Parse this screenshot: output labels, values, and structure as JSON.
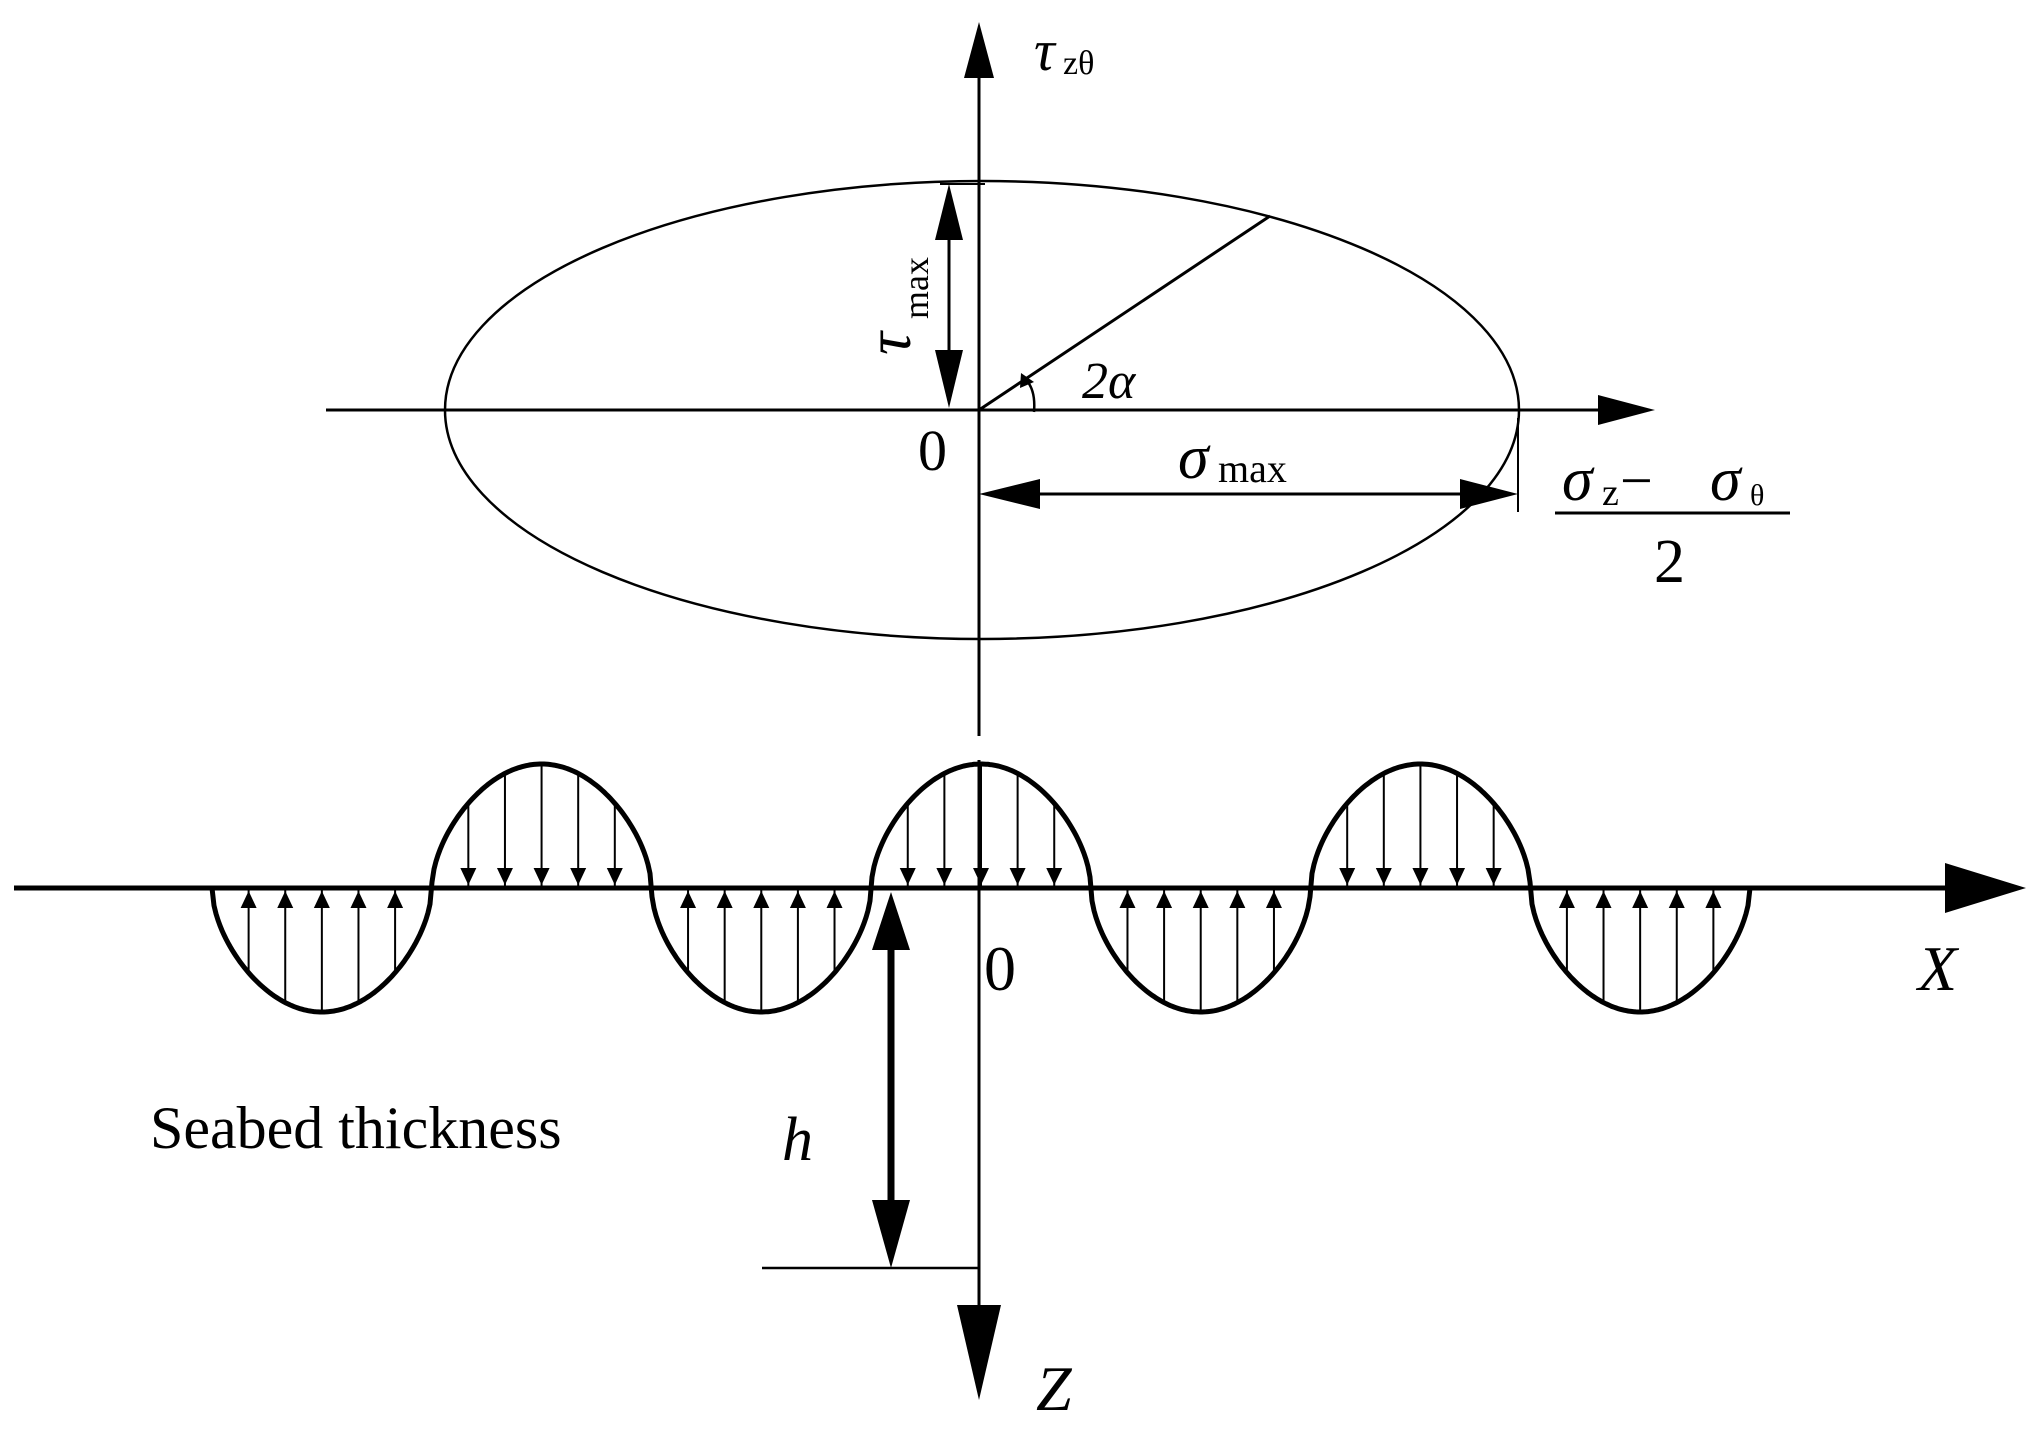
{
  "stress_circle": {
    "vertical_axis_label": "τ",
    "vertical_axis_subscript": "zθ",
    "origin_label": "0",
    "tau_max_symbol": "τ",
    "tau_max_subscript": "max",
    "angle_label": "2α",
    "sigma_max_symbol": "σ",
    "sigma_max_subscript": "max",
    "horizontal_axis_numerator_sigma1": "σ",
    "horizontal_axis_numerator_sub1": "z",
    "horizontal_axis_numerator_minus": " − ",
    "horizontal_axis_numerator_sigma2": "σ",
    "horizontal_axis_numerator_sub2": "θ",
    "horizontal_axis_denominator": "2"
  },
  "seabed": {
    "origin_label": "0",
    "x_axis_label": "X",
    "z_axis_label": "Z",
    "thickness_symbol": "h",
    "thickness_caption": "Seabed thickness"
  }
}
